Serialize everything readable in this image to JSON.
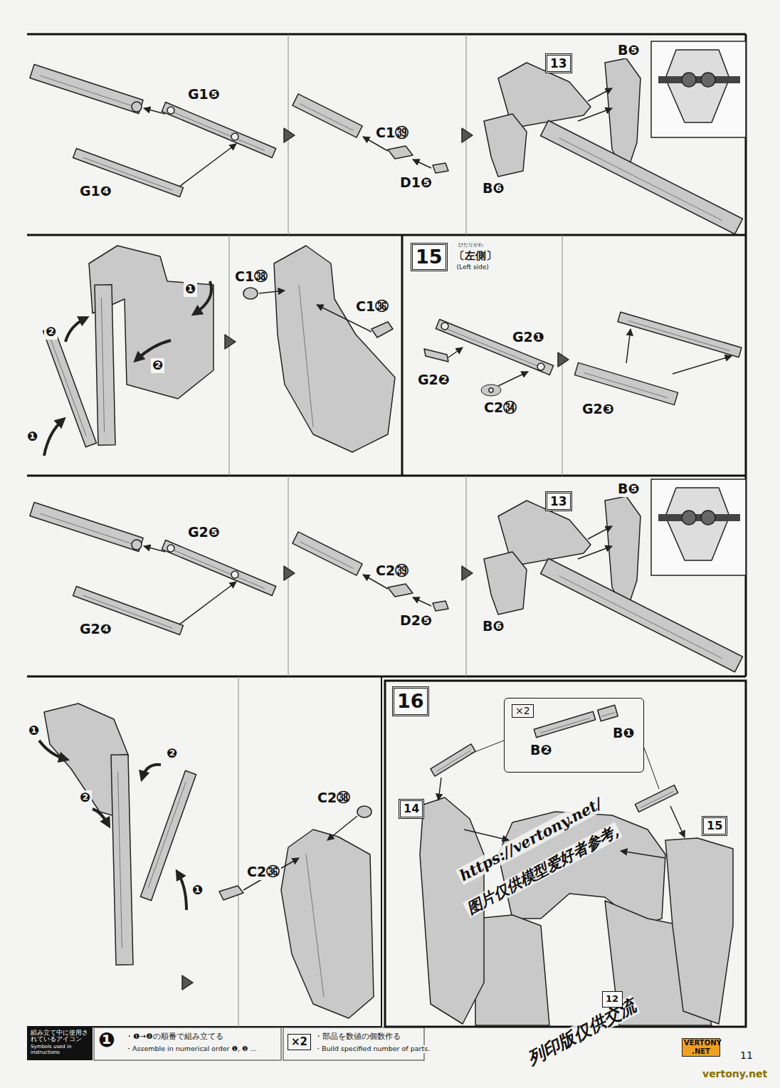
{
  "diagram": {
    "nodes": [
      {
        "text": [
          "13"
        ]
      },
      {
        "text": [
          "15",
          "ひだりがわ",
          "〔左側〕",
          "(Left side)"
        ]
      },
      {
        "text": [
          "13"
        ]
      },
      {
        "text": [
          "16"
        ]
      },
      {
        "text": [
          "14"
        ]
      },
      {
        "text": [
          "15"
        ]
      },
      {
        "text": [
          "12"
        ]
      },
      {
        "text": [
          "×2",
          "B❷",
          "B❶"
        ]
      }
    ],
    "labels": [
      "G1❺",
      "G1❹",
      "C1㊴",
      "D1❺",
      "B❺",
      "B❻",
      "❶",
      "❷",
      "❷",
      "❶",
      "C1㊳",
      "C1㊱",
      "G2❶",
      "G2❷",
      "C2㉞",
      "G2❸",
      "G2❺",
      "G2❹",
      "C2㊴",
      "D2❺",
      "B❺",
      "B❻",
      "❶",
      "❷",
      "❷",
      "❶",
      "C2㊳",
      "C2㊱",
      "組み立て中に使用されているアイコン",
      "Symbols used in instructions",
      "❶",
      "×2",
      "11",
      "https://vertony.net/",
      "图片仅供模型爱好者参考,",
      "列印版仅供交流",
      "VERTONY .NET",
      "vertony.net"
    ],
    "legend": [
      {
        "text": "・❶→❷の順番で組み立てる"
      },
      {
        "text": "・Assemble in numerical order ❶, ❷ ..."
      },
      {
        "text": "・部品を数値の個数作る"
      },
      {
        "text": "・Build specified number of parts."
      }
    ]
  }
}
